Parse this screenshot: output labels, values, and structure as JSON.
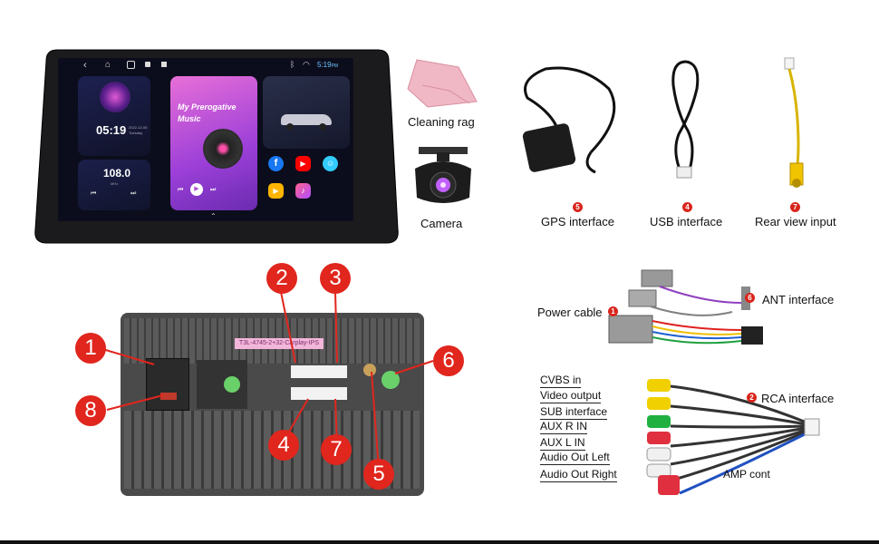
{
  "head_unit": {
    "time": "05:19",
    "status_time": "5:19",
    "status_ampm": "PM",
    "date": "2022-12-06",
    "weekday": "Tuesday",
    "radio_freq": "108.0",
    "radio_unit": "MHz",
    "music_title": "My Prerogative Music"
  },
  "accessories": {
    "cleaning_rag": "Cleaning rag",
    "camera": "Camera",
    "gps": {
      "num": "5",
      "label": "GPS interface"
    },
    "usb": {
      "num": "4",
      "label": "USB interface"
    },
    "rear": {
      "num": "7",
      "label": "Rear view input"
    }
  },
  "back_panel": {
    "sticker": "T3L-4745-2+32-Carplay-IPS",
    "callouts": [
      "1",
      "2",
      "3",
      "4",
      "5",
      "6",
      "7",
      "8"
    ]
  },
  "harness": {
    "power_cable": {
      "num": "1",
      "label": "Power cable"
    },
    "ant": {
      "num": "6",
      "label": "ANT interface"
    },
    "rca": {
      "num": "2",
      "label": "RCA interface"
    },
    "amp": "AMP cont",
    "rca_lines": [
      "CVBS in",
      "Video output",
      "SUB interface",
      "AUX R IN",
      "AUX L IN",
      "Audio Out Left",
      "Audio Out Right"
    ]
  },
  "colors": {
    "callout_red": "#e0261d",
    "badge_red": "#d9251c"
  }
}
